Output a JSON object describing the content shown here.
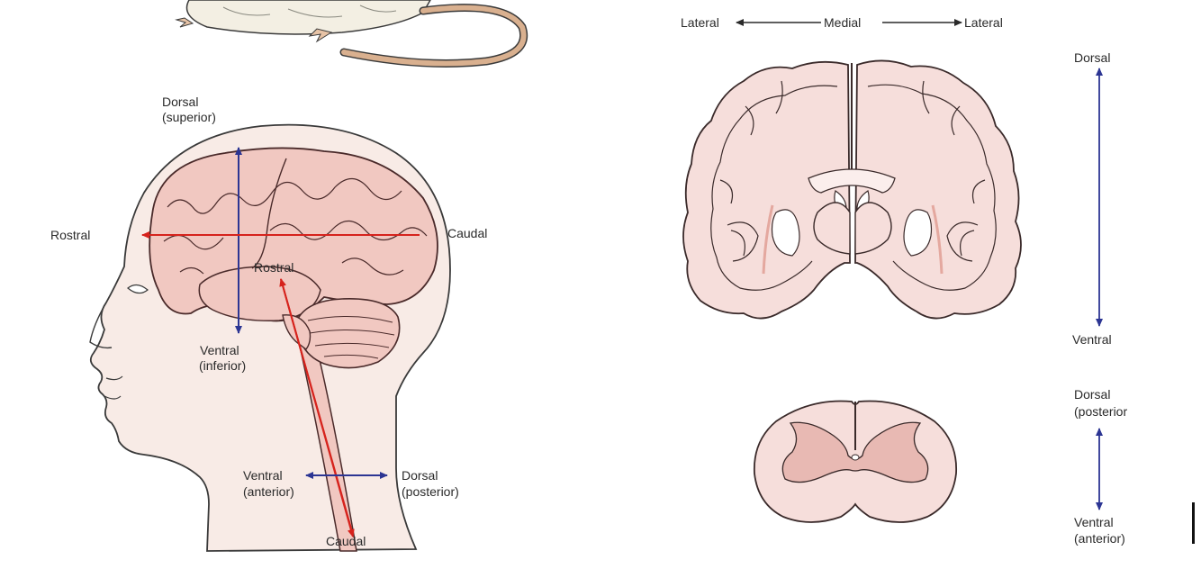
{
  "head_figure": {
    "label_dorsal_line1": "Dorsal",
    "label_dorsal_line2": "(superior)",
    "label_rostral_left": "Rostral",
    "label_caudal_right": "Caudal",
    "label_rostral_inner": "Rostral",
    "label_ventral_line1": "Ventral",
    "label_ventral_line2": "(inferior)",
    "label_cord_ventral_line1": "Ventral",
    "label_cord_ventral_line2": "(anterior)",
    "label_cord_dorsal_line1": "Dorsal",
    "label_cord_dorsal_line2": "(posterior)",
    "label_caudal_bottom": "Caudal"
  },
  "coronal_figure": {
    "label_lateral_left": "Lateral",
    "label_medial": "Medial",
    "label_lateral_right": "Lateral",
    "label_dorsal": "Dorsal",
    "label_ventral": "Ventral"
  },
  "cord_figure": {
    "label_dorsal_line1": "Dorsal",
    "label_dorsal_line2": "(posterior",
    "label_ventral_line1": "Ventral",
    "label_ventral_line2": "(anterior)"
  },
  "colors": {
    "brain_fill": "#f1c8c1",
    "brain_outline": "#4a2a2a",
    "section_fill": "#f6dedb",
    "gray_matter": "#e8b9b3",
    "skin_fill": "#f8ebe6",
    "red_arrow": "#d6231d",
    "blue_arrow": "#2c3593",
    "rat_fill": "#f3efe3",
    "rat_tail": "#d9b08f"
  }
}
